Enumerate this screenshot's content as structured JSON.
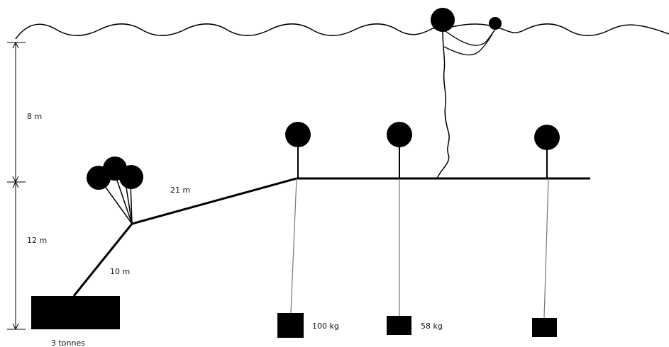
{
  "labels": {
    "depth_upper": "8 m",
    "depth_lower": "12 m",
    "diagonal_line": "21 m",
    "anchor_line": "10 m",
    "anchor_block": "3 tonnes",
    "weight_1": "100 kg",
    "weight_2": "58 kg"
  },
  "colors": {
    "ink": "#000000",
    "hanging_line": "#777777",
    "background": "#ffffff"
  },
  "elements": {
    "buoys_on_horizontal_line": 3,
    "buoys_at_junction": 3,
    "surface_buoys": 2,
    "hanging_weights": 3
  }
}
